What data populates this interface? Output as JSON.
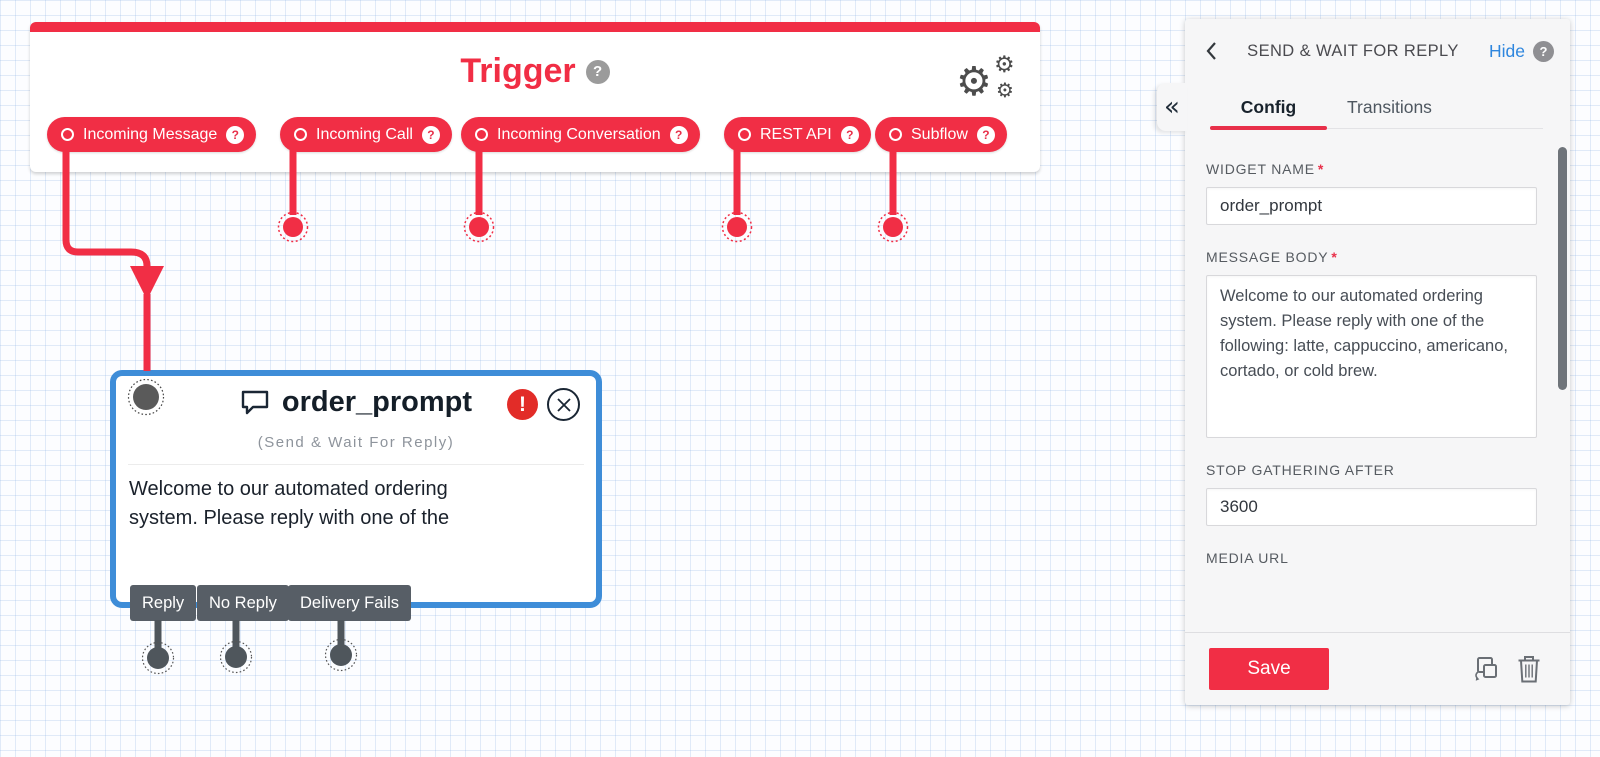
{
  "glyphs": {
    "help": "?",
    "error": "!",
    "collapse": "«",
    "gear": "⚙"
  },
  "colors": {
    "brand_red": "#F12E45",
    "selected_blue": "#3E8DD8",
    "link_blue": "#2E86DE",
    "transition_gray": "#575E66",
    "error_red": "#E22C28"
  },
  "canvas": {
    "trigger": {
      "title": "Trigger",
      "pills": [
        {
          "label": "Incoming Message"
        },
        {
          "label": "Incoming Call"
        },
        {
          "label": "Incoming Conversation"
        },
        {
          "label": "REST API"
        },
        {
          "label": "Subflow"
        }
      ]
    },
    "widget": {
      "name": "order_prompt",
      "type": "(Send & Wait For Reply)",
      "preview": "Welcome to our automated ordering system. Please reply with one of the",
      "transitions": [
        {
          "label": "Reply"
        },
        {
          "label": "No Reply"
        },
        {
          "label": "Delivery Fails"
        }
      ]
    }
  },
  "panel": {
    "title": "SEND & WAIT FOR REPLY",
    "hide_label": "Hide",
    "tabs": [
      {
        "label": "Config"
      },
      {
        "label": "Transitions"
      }
    ],
    "fields": {
      "widget_name": {
        "label": "WIDGET NAME",
        "required": "*",
        "value": "order_prompt"
      },
      "message_body": {
        "label": "MESSAGE BODY",
        "required": "*",
        "value": "Welcome to our automated ordering system. Please reply with one of the following: latte, cappuccino, americano, cortado, or cold brew."
      },
      "stop_gathering_after": {
        "label": "STOP GATHERING AFTER",
        "value": "3600"
      },
      "media_url": {
        "label": "MEDIA URL"
      }
    },
    "save_label": "Save"
  }
}
